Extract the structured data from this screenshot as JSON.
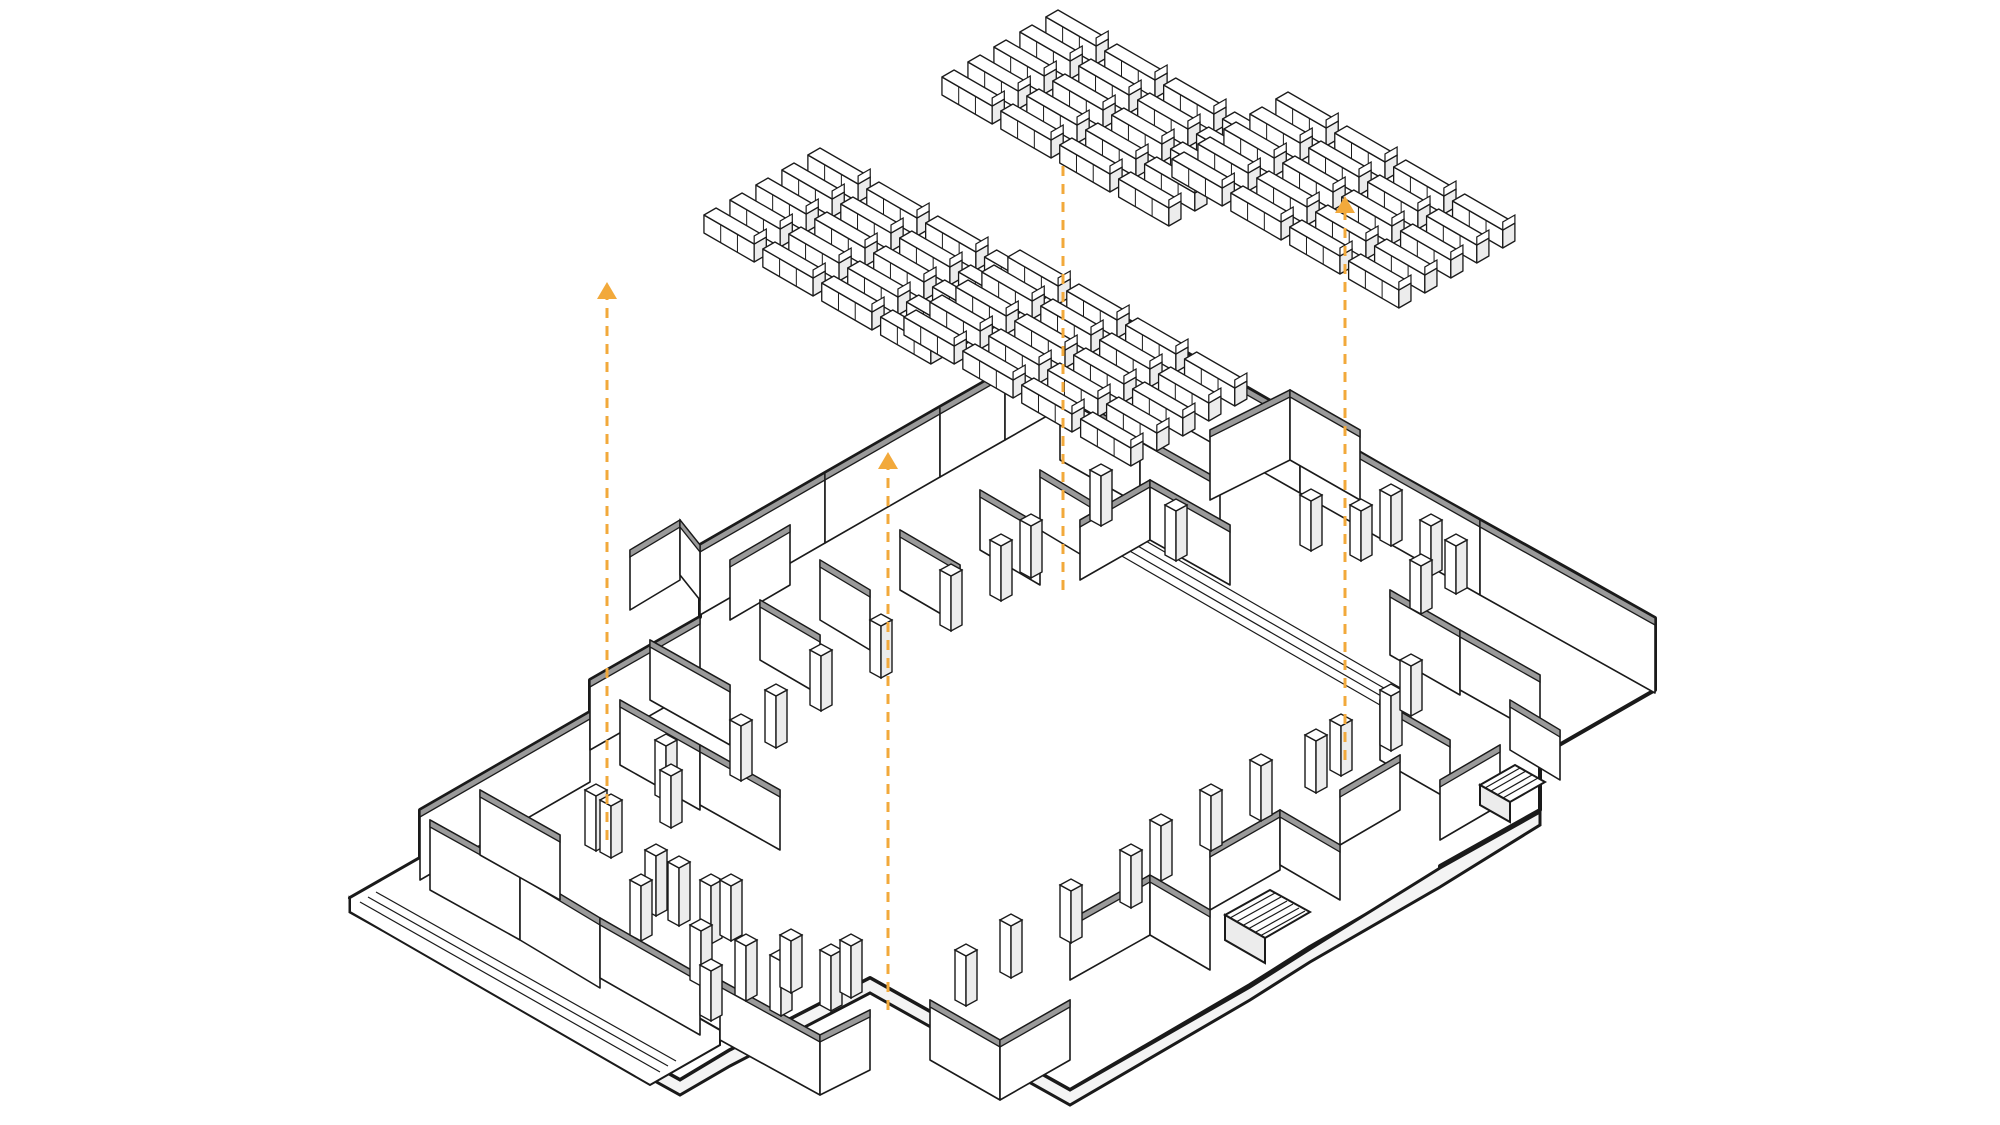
{
  "diagram": {
    "kind": "exploded-isometric-axonometric",
    "text": [],
    "colors": {
      "background": "#ffffff",
      "outline": "#1a1a1a",
      "wall_cut": "#9a9a9a",
      "face_light": "#ffffff",
      "face_shade": "#ececec",
      "arrow": "#f2a93b"
    },
    "shelf_grids": [
      {
        "id": "left",
        "count": 20
      },
      {
        "id": "top-center",
        "count": 20
      },
      {
        "id": "right",
        "count": 20
      },
      {
        "id": "center",
        "count": 20
      }
    ],
    "projection_arrows": 4,
    "stairs": 2
  }
}
